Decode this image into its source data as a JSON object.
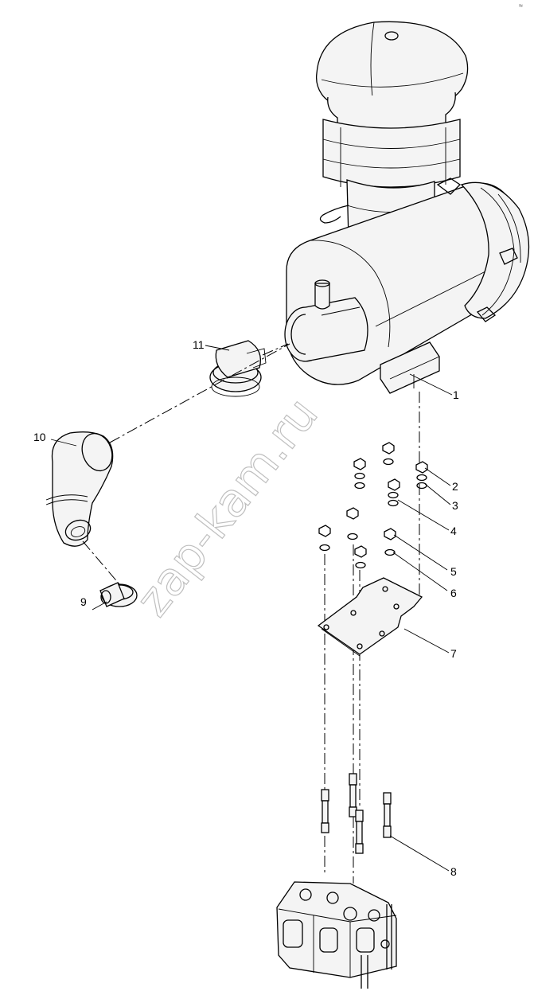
{
  "watermark": "zap-kam.ru",
  "corner_mark": "≈",
  "callouts": [
    {
      "id": "1",
      "label": "1"
    },
    {
      "id": "2",
      "label": "2"
    },
    {
      "id": "3",
      "label": "3"
    },
    {
      "id": "4",
      "label": "4"
    },
    {
      "id": "5",
      "label": "5"
    },
    {
      "id": "6",
      "label": "6"
    },
    {
      "id": "7",
      "label": "7"
    },
    {
      "id": "8",
      "label": "8"
    },
    {
      "id": "9",
      "label": "9"
    },
    {
      "id": "10",
      "label": "10"
    },
    {
      "id": "11",
      "label": "11"
    }
  ]
}
